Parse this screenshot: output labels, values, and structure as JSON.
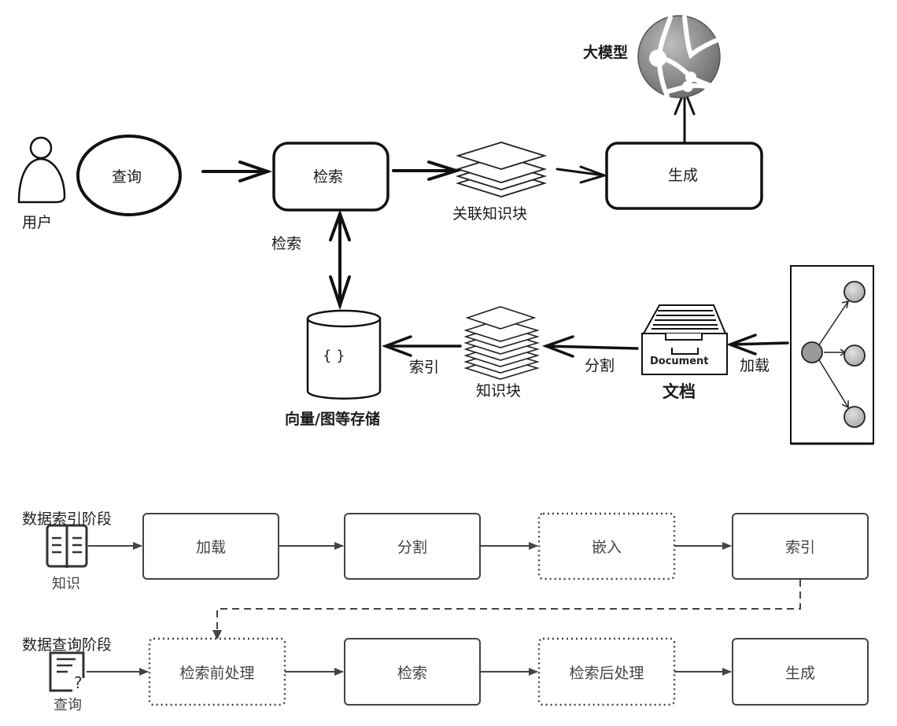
{
  "top_diagram": {
    "user": {
      "label": "用户",
      "icon": "user-icon"
    },
    "query": {
      "label": "查询"
    },
    "retrieve": {
      "label": "检索"
    },
    "relevant_chunks": {
      "label": "关联知识块",
      "icon": "stacked-layers-icon"
    },
    "generate": {
      "label": "生成"
    },
    "llm": {
      "label": "大模型",
      "icon": "globe-network-icon"
    },
    "retrieve_edge": {
      "label": "检索"
    },
    "store": {
      "label": "向量/图等存储",
      "symbol": "{ }",
      "icon": "database-cylinder-icon"
    },
    "index_edge": {
      "label": "索引"
    },
    "chunks": {
      "label": "知识块",
      "icon": "stacked-layers-icon"
    },
    "split_edge": {
      "label": "分割"
    },
    "document": {
      "label": "文档",
      "drawer_text": "Document",
      "icon": "document-drawer-icon"
    },
    "load_edge": {
      "label": "加载"
    },
    "source": {
      "icon": "graph-nodes-icon"
    }
  },
  "bottom_diagram": {
    "indexing_stage": {
      "title": "数据索引阶段",
      "source_label": "知识",
      "source_icon": "book-icon",
      "steps": [
        {
          "label": "加载",
          "style": "solid"
        },
        {
          "label": "分割",
          "style": "solid"
        },
        {
          "label": "嵌入",
          "style": "dotted"
        },
        {
          "label": "索引",
          "style": "solid"
        }
      ]
    },
    "query_stage": {
      "title": "数据查询阶段",
      "source_label": "查询",
      "source_icon": "query-document-icon",
      "steps": [
        {
          "label": "检索前处理",
          "style": "dotted"
        },
        {
          "label": "检索",
          "style": "solid"
        },
        {
          "label": "检索后处理",
          "style": "dotted"
        },
        {
          "label": "生成",
          "style": "solid"
        }
      ]
    }
  },
  "colors": {
    "sketch_stroke": "#111111",
    "flow_stroke": "#444444",
    "globe_fill": "#8a8a8a",
    "node_fill": "#bdbdbd"
  }
}
